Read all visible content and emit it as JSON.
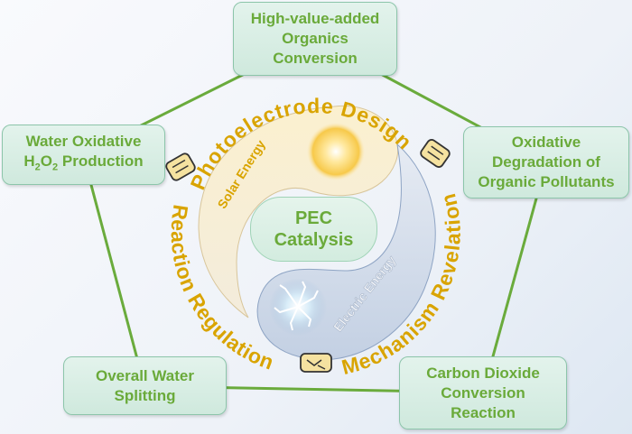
{
  "center": {
    "line1": "PEC",
    "line2": "Catalysis"
  },
  "ring_labels": {
    "top": "Photoelectrode Design",
    "left": "Reaction Regulation",
    "right": "Mechanism Revelation"
  },
  "energy_labels": {
    "solar": "Solar Energy",
    "electric": "Electric Energy"
  },
  "applications": [
    {
      "lines": [
        "High-value-added",
        "Organics",
        "Conversion"
      ]
    },
    {
      "lines": [
        "Oxidative",
        "Degradation of",
        "Organic Pollutants"
      ]
    },
    {
      "lines": [
        "Carbon Dioxide",
        "Conversion",
        "Reaction"
      ]
    },
    {
      "lines": [
        "Overall Water",
        "Splitting"
      ]
    },
    {
      "line1": "Water Oxidative",
      "line2_parts": [
        "H",
        "2",
        "O",
        "2",
        " Production"
      ]
    }
  ],
  "icons": [
    "handshake-icon",
    "handshake-icon",
    "handshake-icon",
    "sun-icon",
    "lightning-icon"
  ],
  "colors": {
    "green_text": "#6aaa3a",
    "pentagon_line": "#6aab3c",
    "ring_text": "#d9a400",
    "solar": "#f6e6b0",
    "electric": "#c9d5e6"
  }
}
